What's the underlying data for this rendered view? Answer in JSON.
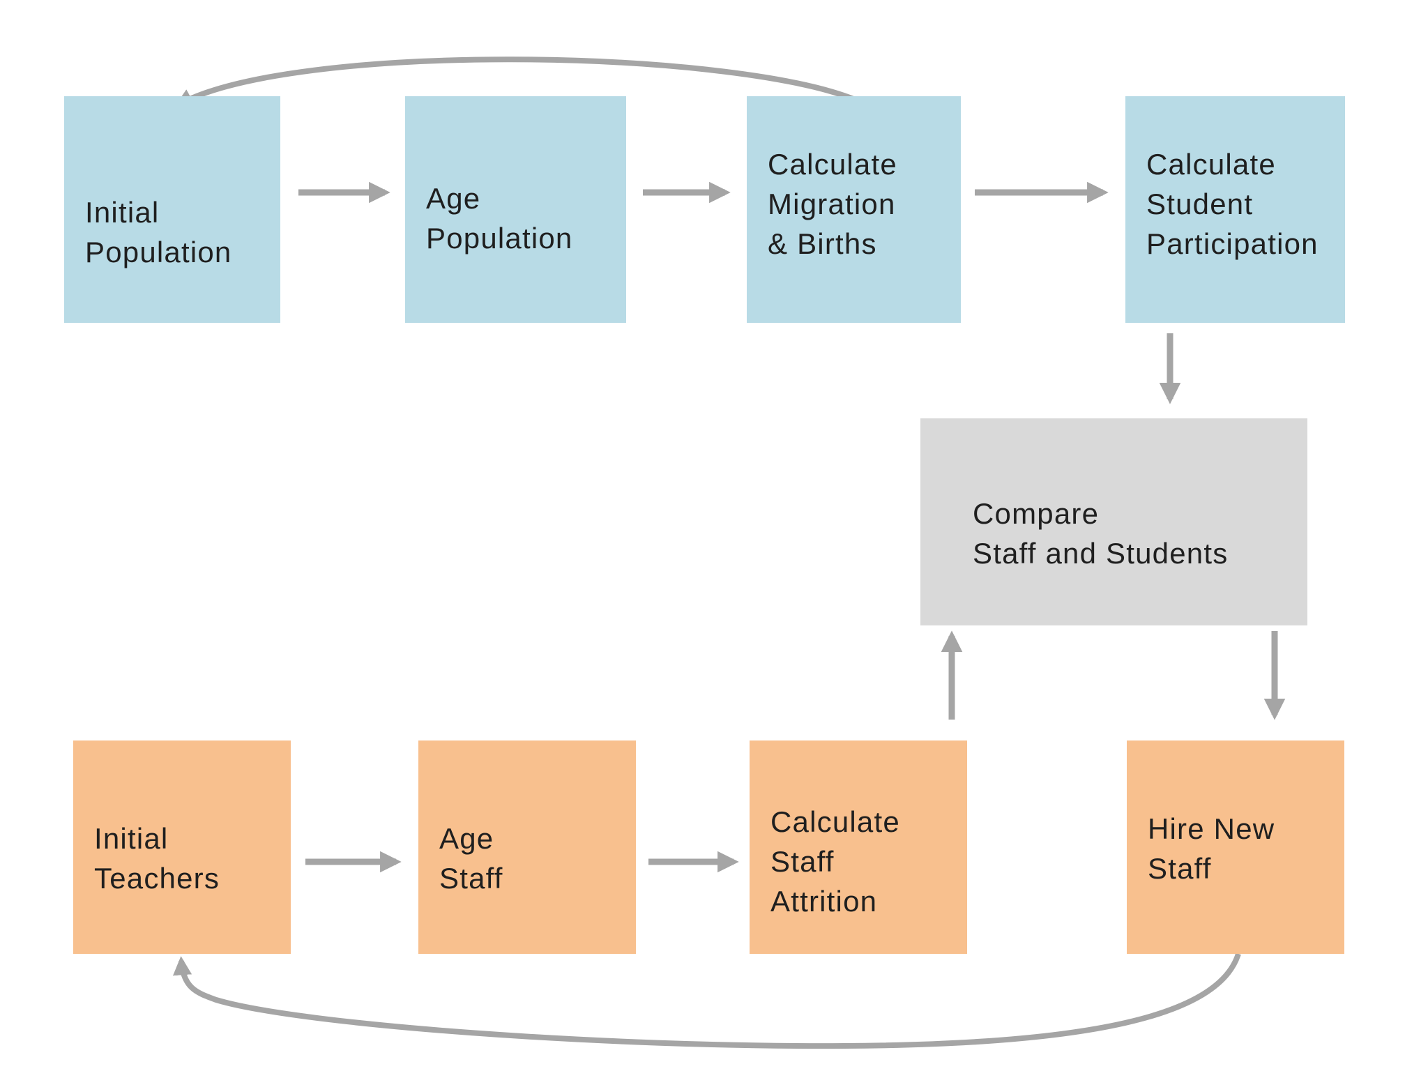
{
  "diagram": {
    "type": "flowchart",
    "title": "",
    "colors": {
      "population": "#b8dbe6",
      "staff": "#f8c08e",
      "compare": "#d9d9d9",
      "arrow": "#a5a5a5",
      "text": "#1f1f1f",
      "background": "#ffffff"
    },
    "nodes": [
      {
        "id": "initial-population",
        "group": "population",
        "lines": [
          "Initial",
          "Population"
        ]
      },
      {
        "id": "age-population",
        "group": "population",
        "lines": [
          "Age",
          "Population"
        ]
      },
      {
        "id": "calculate-migration-births",
        "group": "population",
        "lines": [
          "Calculate",
          "Migration",
          "& Births"
        ]
      },
      {
        "id": "calculate-student-participation",
        "group": "population",
        "lines": [
          "Calculate",
          "Student",
          "Participation"
        ]
      },
      {
        "id": "compare-staff-students",
        "group": "compare",
        "lines": [
          "Compare",
          "Staff and Students"
        ]
      },
      {
        "id": "initial-teachers",
        "group": "staff",
        "lines": [
          "Initial",
          "Teachers"
        ]
      },
      {
        "id": "age-staff",
        "group": "staff",
        "lines": [
          "Age",
          "Staff"
        ]
      },
      {
        "id": "calculate-staff-attrition",
        "group": "staff",
        "lines": [
          "Calculate",
          "Staff",
          "Attrition"
        ]
      },
      {
        "id": "hire-new-staff",
        "group": "staff",
        "lines": [
          "Hire New",
          "Staff"
        ]
      }
    ],
    "edges": [
      {
        "from": "initial-population",
        "to": "age-population",
        "style": "straight"
      },
      {
        "from": "age-population",
        "to": "calculate-migration-births",
        "style": "straight"
      },
      {
        "from": "calculate-migration-births",
        "to": "calculate-student-participation",
        "style": "straight"
      },
      {
        "from": "calculate-migration-births",
        "to": "initial-population",
        "style": "loop-back"
      },
      {
        "from": "calculate-student-participation",
        "to": "compare-staff-students",
        "style": "straight"
      },
      {
        "from": "calculate-staff-attrition",
        "to": "compare-staff-students",
        "style": "straight"
      },
      {
        "from": "compare-staff-students",
        "to": "hire-new-staff",
        "style": "straight"
      },
      {
        "from": "initial-teachers",
        "to": "age-staff",
        "style": "straight"
      },
      {
        "from": "age-staff",
        "to": "calculate-staff-attrition",
        "style": "straight"
      },
      {
        "from": "hire-new-staff",
        "to": "initial-teachers",
        "style": "loop-back"
      }
    ]
  }
}
